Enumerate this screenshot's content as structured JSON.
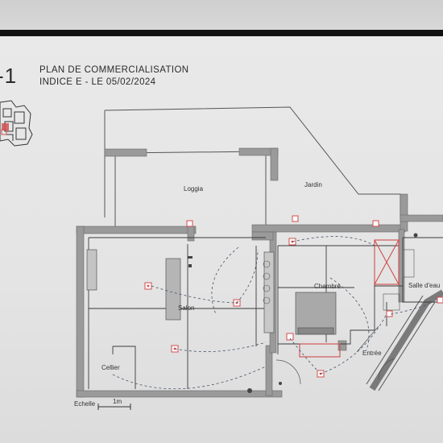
{
  "header": {
    "level": "-1",
    "title": "PLAN DE COMMERCIALISATION",
    "subtitle": "INDICE E - LE 05/02/2024"
  },
  "rooms": {
    "loggia": "Loggia",
    "jardin": "Jardin",
    "chambre": "Chambre",
    "salle_eau": "Salle d'eau",
    "salon": "Salon",
    "cellier": "Cellier",
    "entree": "Entrée"
  },
  "scale": {
    "label": "Echelle",
    "value": "1m"
  },
  "colors": {
    "wall": "#9a9a9a",
    "line": "#4a4a4a",
    "accent": "#d24b4b"
  }
}
